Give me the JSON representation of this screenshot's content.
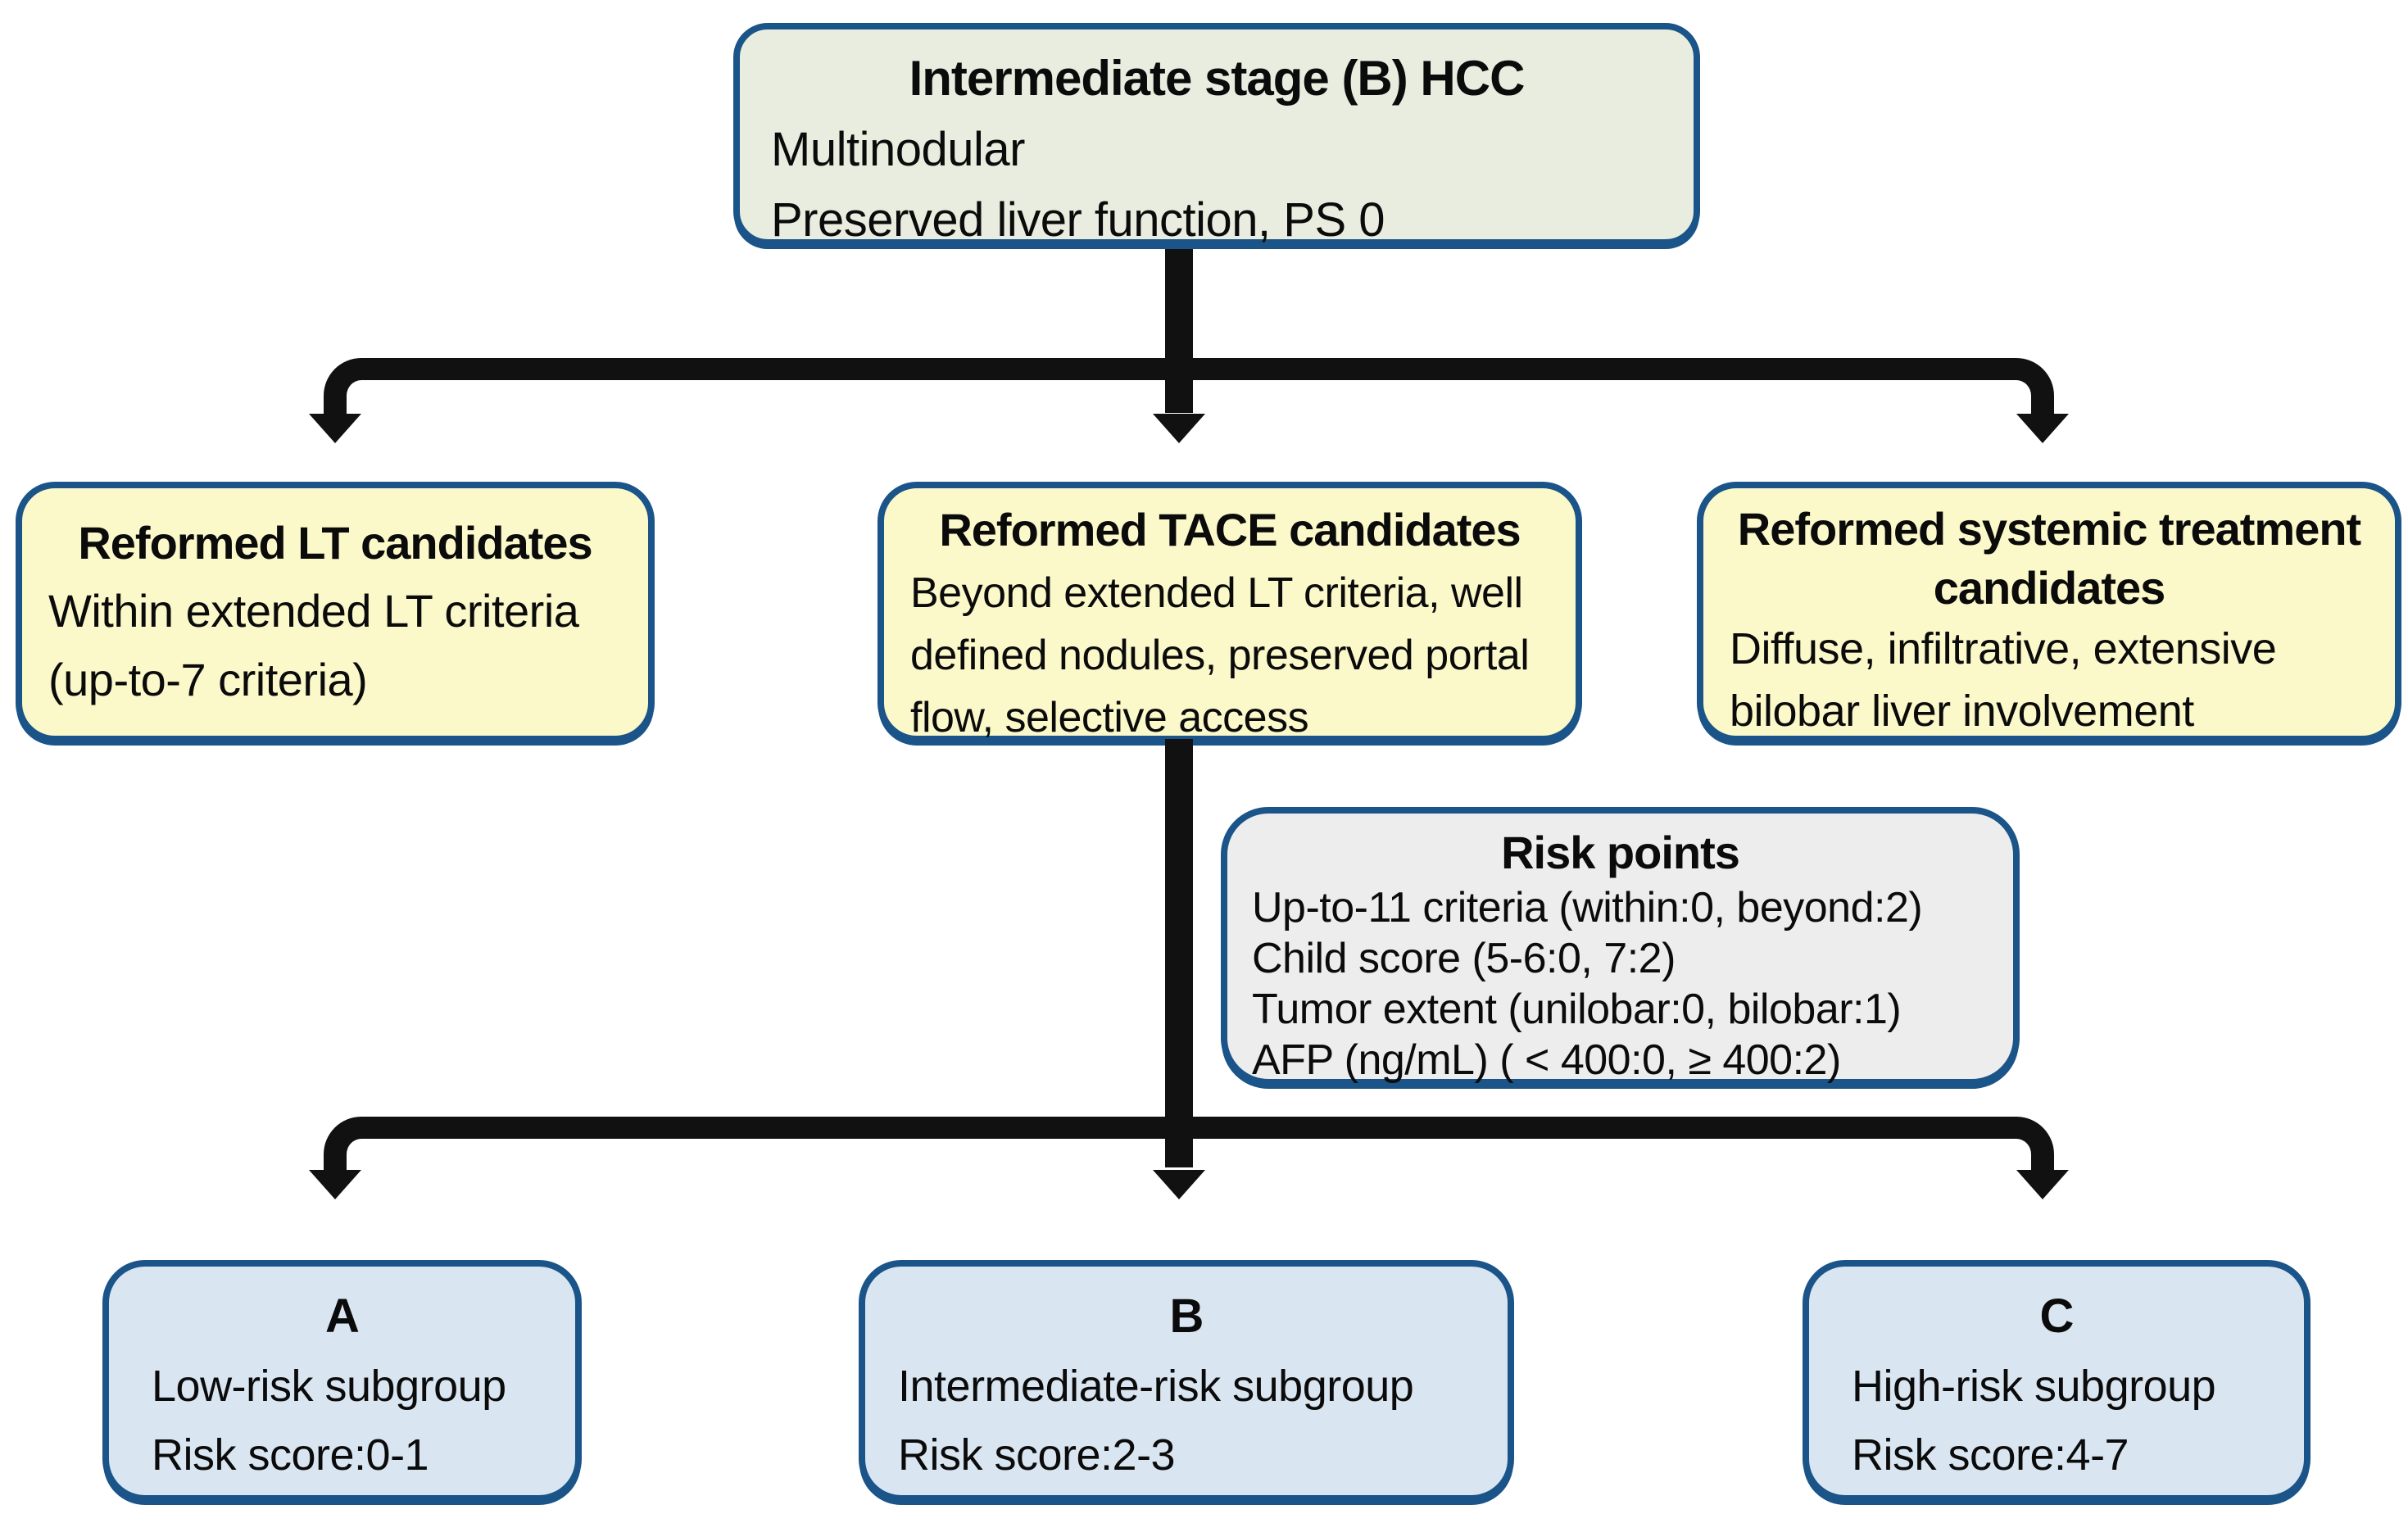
{
  "diagram_title": "Intermediate stage (B) HCC stratification flowchart",
  "colors": {
    "box_border_blue": "#1a5489",
    "arrow_black": "#111111",
    "root_fill_green": "#e8ede0",
    "candidate_fill_yellow": "#fbf8c9",
    "risk_fill_gray": "#ededed",
    "subgroup_fill_blue": "#d9e5f1",
    "background": "#ffffff"
  },
  "root": {
    "title": "Intermediate stage (B) HCC",
    "lines": [
      "Multinodular",
      "Preserved liver function, PS 0"
    ]
  },
  "candidates": {
    "lt": {
      "title": "Reformed LT candidates",
      "lines": [
        "Within extended LT criteria",
        "(up-to-7 criteria)"
      ]
    },
    "tace": {
      "title": "Reformed TACE candidates",
      "lines": [
        "Beyond extended LT criteria, well",
        "defined nodules, preserved portal",
        "flow, selective access"
      ]
    },
    "systemic": {
      "title_lines": [
        "Reformed systemic treatment",
        "candidates"
      ],
      "lines": [
        "Diffuse, infiltrative,  extensive",
        "bilobar liver involvement"
      ]
    }
  },
  "risk_points": {
    "title": "Risk points",
    "lines": [
      "Up-to-11 criteria (within:0,  beyond:2)",
      "Child score (5-6:0,  7:2)",
      "Tumor  extent  (unilobar:0,  bilobar:1)",
      "AFP (ng/mL)  ( < 400:0, ≥ 400:2)"
    ]
  },
  "subgroups": {
    "a": {
      "label": "A",
      "name": "Low-risk subgroup",
      "score": "Risk score:0-1"
    },
    "b": {
      "label": "B",
      "name": "Intermediate-risk subgroup",
      "score": "Risk score:2-3"
    },
    "c": {
      "label": "C",
      "name": "High-risk subgroup",
      "score": "Risk score:4-7"
    }
  }
}
